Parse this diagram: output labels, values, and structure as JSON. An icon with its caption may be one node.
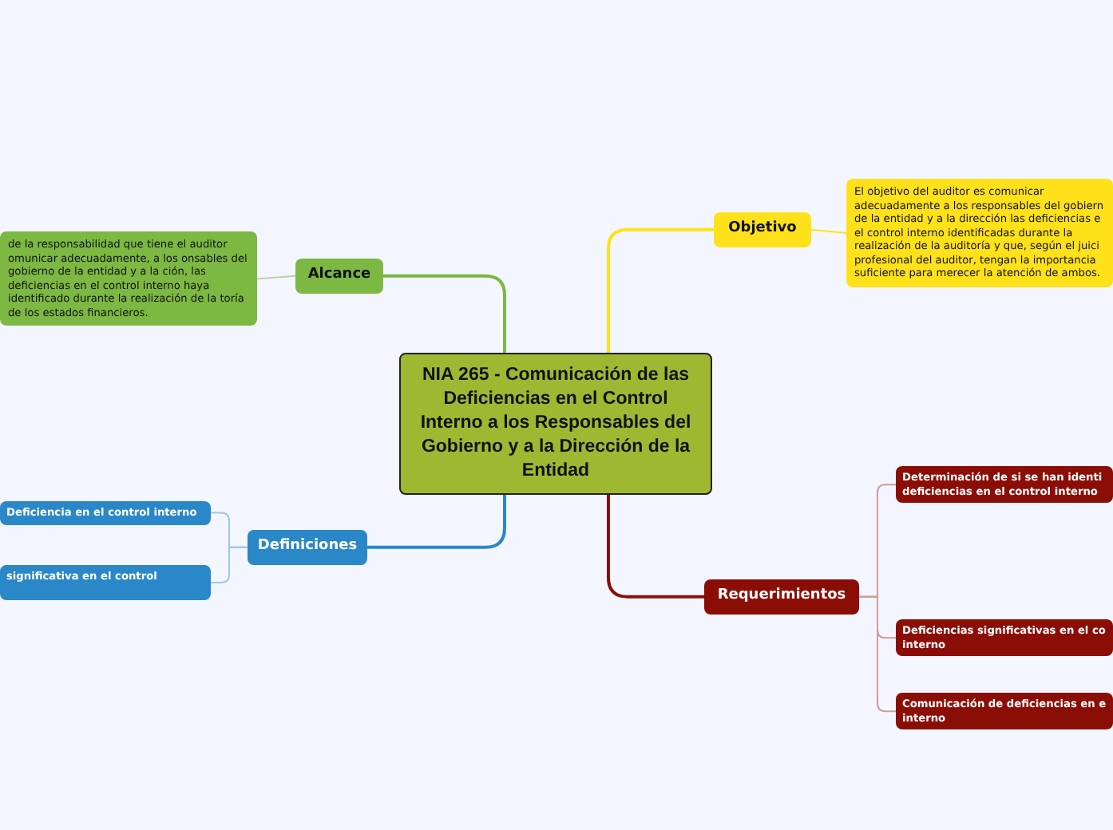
{
  "diagram": {
    "nodes": [
      {
        "text": [
          "NIA 265 - Comunicación de las Deficiencias en el Control Interno a los Responsables del Gobierno y a la Dirección de la Entidad"
        ]
      },
      {
        "text": [
          "Objetivo"
        ]
      },
      {
        "text": [
          "El objetivo del auditor es comunicar adecuadamente a los responsables del gobiern de la entidad y a la dirección las deficiencias e el control interno identificadas durante la realización de la auditoría y que, según el juici profesional del auditor, tengan la importancia suficiente para merecer la atención de ambos."
        ]
      },
      {
        "text": [
          "Alcance"
        ]
      },
      {
        "text": [
          "de la responsabilidad que tiene el auditor omunicar adecuadamente, a los onsables del gobierno de la entidad y a la ción, las deficiencias en el control interno haya identificado durante la realización de la toría de los estados financieros."
        ]
      },
      {
        "text": [
          "Requerimientos"
        ]
      },
      {
        "text": [
          "Determinación de si se han identi deficiencias en el control interno"
        ]
      },
      {
        "text": [
          "Deficiencias significativas en el co interno"
        ]
      },
      {
        "text": [
          "Comunicación de deficiencias en e interno"
        ]
      },
      {
        "text": [
          "Definiciones"
        ]
      },
      {
        "text": [
          "Deficiencia en el control interno"
        ]
      },
      {
        "text": [
          "significativa en el control"
        ]
      }
    ],
    "edges": [
      {
        "from": 0,
        "to": 1,
        "arrow": "none",
        "color": "#ffe11a"
      },
      {
        "from": 1,
        "to": 2,
        "arrow": "none",
        "color": "#ffe11a"
      },
      {
        "from": 0,
        "to": 3,
        "arrow": "none",
        "color": "#7cb842"
      },
      {
        "from": 3,
        "to": 4,
        "arrow": "none",
        "color": "#b5d49a"
      },
      {
        "from": 0,
        "to": 5,
        "arrow": "none",
        "color": "#8b0e06"
      },
      {
        "from": 5,
        "to": 6,
        "arrow": "none",
        "color": "#d39a97"
      },
      {
        "from": 5,
        "to": 7,
        "arrow": "none",
        "color": "#d39a97"
      },
      {
        "from": 5,
        "to": 8,
        "arrow": "none",
        "color": "#d39a97"
      },
      {
        "from": 0,
        "to": 9,
        "arrow": "none",
        "color": "#2a87c8"
      },
      {
        "from": 9,
        "to": 10,
        "arrow": "none",
        "color": "#9cc7e6"
      },
      {
        "from": 9,
        "to": 11,
        "arrow": "none",
        "color": "#9cc7e6"
      }
    ]
  }
}
